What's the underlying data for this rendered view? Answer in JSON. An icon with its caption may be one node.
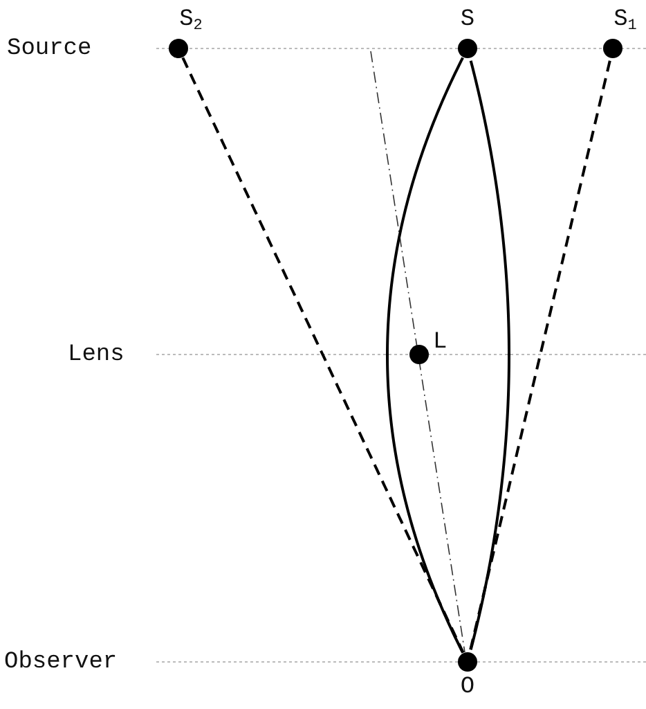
{
  "diagram": {
    "nodes": [
      {
        "text": [],
        "shape": "circle",
        "beside": [
          "S$_{2}$"
        ]
      },
      {
        "text": [],
        "shape": "circle",
        "beside": [
          "S"
        ]
      },
      {
        "text": [],
        "shape": "circle",
        "beside": [
          "S$_{1}$"
        ]
      },
      {
        "text": [],
        "shape": "circle",
        "beside": [
          "L"
        ]
      },
      {
        "text": [],
        "shape": "circle",
        "beside": [
          "O"
        ]
      }
    ],
    "edges": [
      {
        "from": 0,
        "to": 4,
        "arrow": "none",
        "style": "dashed"
      },
      {
        "from": 1,
        "to": 4,
        "arrow": "none"
      },
      {
        "from": 1,
        "to": 4,
        "arrow": "none"
      },
      {
        "from": 2,
        "to": 4,
        "arrow": "none",
        "style": "dashed"
      }
    ],
    "labels": [
      "Source",
      "Lens",
      "Observer"
    ]
  }
}
